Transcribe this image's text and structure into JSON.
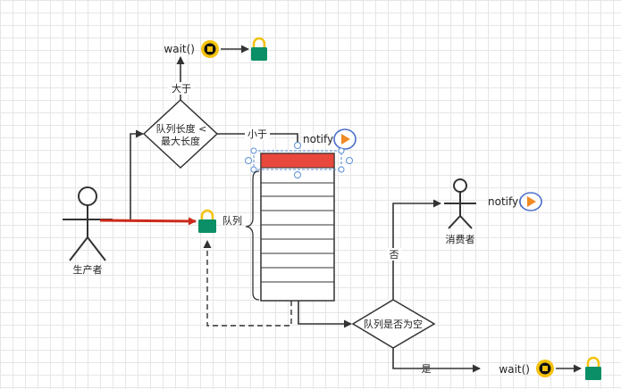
{
  "labels": {
    "producer": "生产者",
    "consumer": "消费者",
    "queue": "队列",
    "decision_length": [
      "队列长度 <",
      "最大长度"
    ],
    "decision_empty": "队列是否为空",
    "greater": "大于",
    "less": "小于",
    "no": "否",
    "yes": "是",
    "wait_top": "wait()",
    "wait_bottom": "wait()",
    "notify_queue": "notify()",
    "notify_consumer": "notify()"
  },
  "colors": {
    "line": "#333333",
    "red_arrow": "#cc2a1c",
    "queue_head": "#e8493c",
    "lock": "#0a8f66",
    "stop_icon": "#f4c20d",
    "play_icon": "#f08a24",
    "play_ring": "#4a6ec9",
    "selection": "#5b8fd6"
  },
  "icons": {
    "lock": "lock-icon",
    "stop": "stop-circle-icon",
    "play": "play-circle-icon"
  }
}
